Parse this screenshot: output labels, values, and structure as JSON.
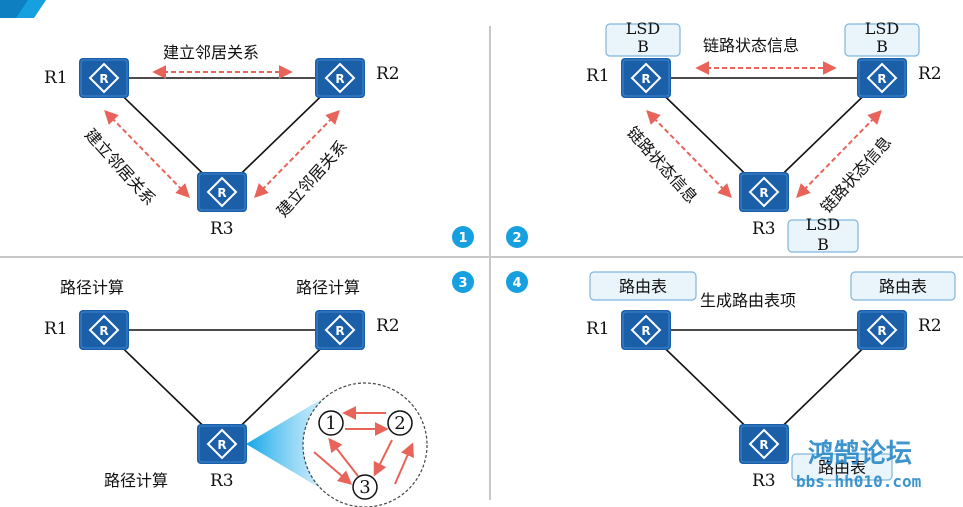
{
  "routers": {
    "r1": "R1",
    "r2": "R2",
    "r3": "R3"
  },
  "steps": [
    "1",
    "2",
    "3",
    "4"
  ],
  "panel1": {
    "top_label": "建立邻居关系",
    "left_label": "建立邻居关系",
    "right_label": "建立邻居关系"
  },
  "panel2": {
    "lsdb_line1": "LSD",
    "lsdb_line2": "B",
    "top_label": "链路状态信息",
    "left_label": "链路状态信息",
    "right_label": "链路状态信息"
  },
  "panel3": {
    "calc_r1": "路径计算",
    "calc_r2": "路径计算",
    "calc_r3": "路径计算",
    "circle_nodes": [
      "1",
      "2",
      "3"
    ]
  },
  "panel4": {
    "table_r1": "路由表",
    "table_r2": "路由表",
    "table_r3": "路由表",
    "gen_label": "生成路由表项"
  },
  "watermark": {
    "title": "鸿鹄论坛",
    "url": "bbs.hh010.com"
  },
  "colors": {
    "router": "#1a5fa8",
    "arrow": "#e8645a",
    "badge": "#16a0e0",
    "box_fill": "#eaf4fb",
    "box_border": "#7fb6dc"
  }
}
